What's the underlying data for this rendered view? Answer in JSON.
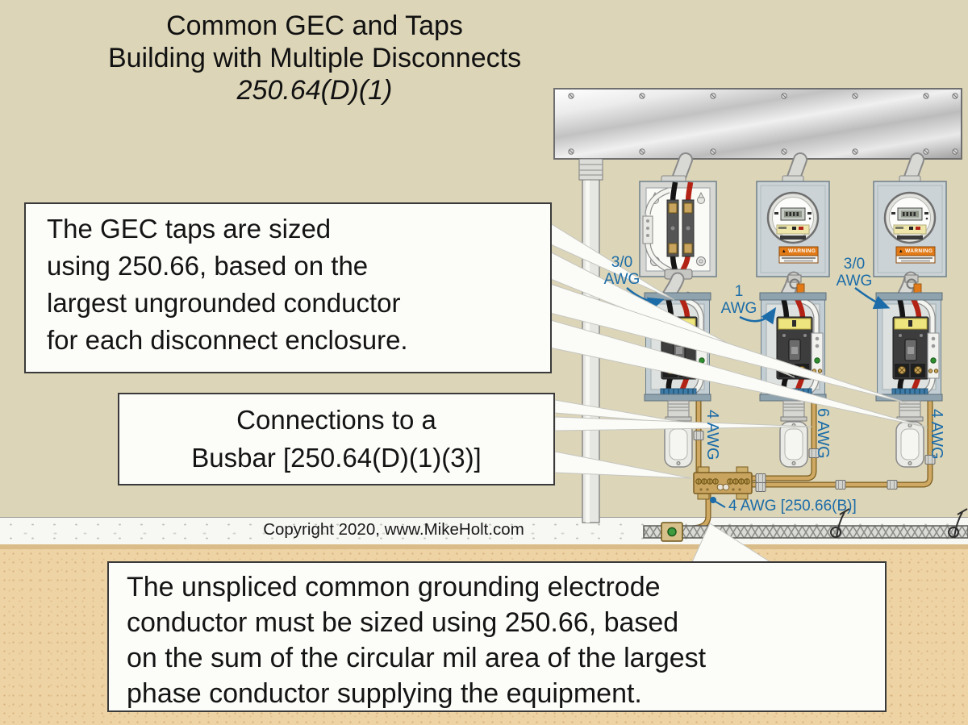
{
  "title": {
    "line1": "Common GEC and Taps",
    "line2": "Building with Multiple Disconnects",
    "line3": "250.64(D)(1)"
  },
  "callout_gec_taps": {
    "line1": "The GEC taps are sized",
    "line2": "using 250.66, based on the",
    "line3": "largest ungrounded conductor",
    "line4": "for each disconnect enclosure."
  },
  "callout_busbar": {
    "line1": "Connections to a",
    "line2": "Busbar [250.64(D)(1)(3)]"
  },
  "callout_common_gec": {
    "line1": "The unspliced common grounding electrode",
    "line2": "conductor must be sized using 250.66, based",
    "line3": "on the sum of the circular mil area of the largest",
    "line4": "phase conductor supplying the equipment."
  },
  "conductor_labels": {
    "service1_size": "3/0",
    "service1_unit": "AWG",
    "service2_size": "1",
    "service2_unit": "AWG",
    "service3_size": "3/0",
    "service3_unit": "AWG",
    "tap1": "4 AWG",
    "tap2": "6 AWG",
    "tap3": "4 AWG",
    "common_gec": "4 AWG [250.66(B)]"
  },
  "equipment": {
    "warning_label": "WARNING"
  },
  "footer": {
    "copyright": "Copyright 2020, www.MikeHolt.com"
  },
  "colors": {
    "wall": "#dcd5b8",
    "soil": "#eed3a4",
    "concrete": "#f7f7f4",
    "label_blue": "#1b6ca8",
    "wire_brass": "#c9a45f",
    "wire_red": "#b32315",
    "warning_orange": "#e27a17"
  }
}
